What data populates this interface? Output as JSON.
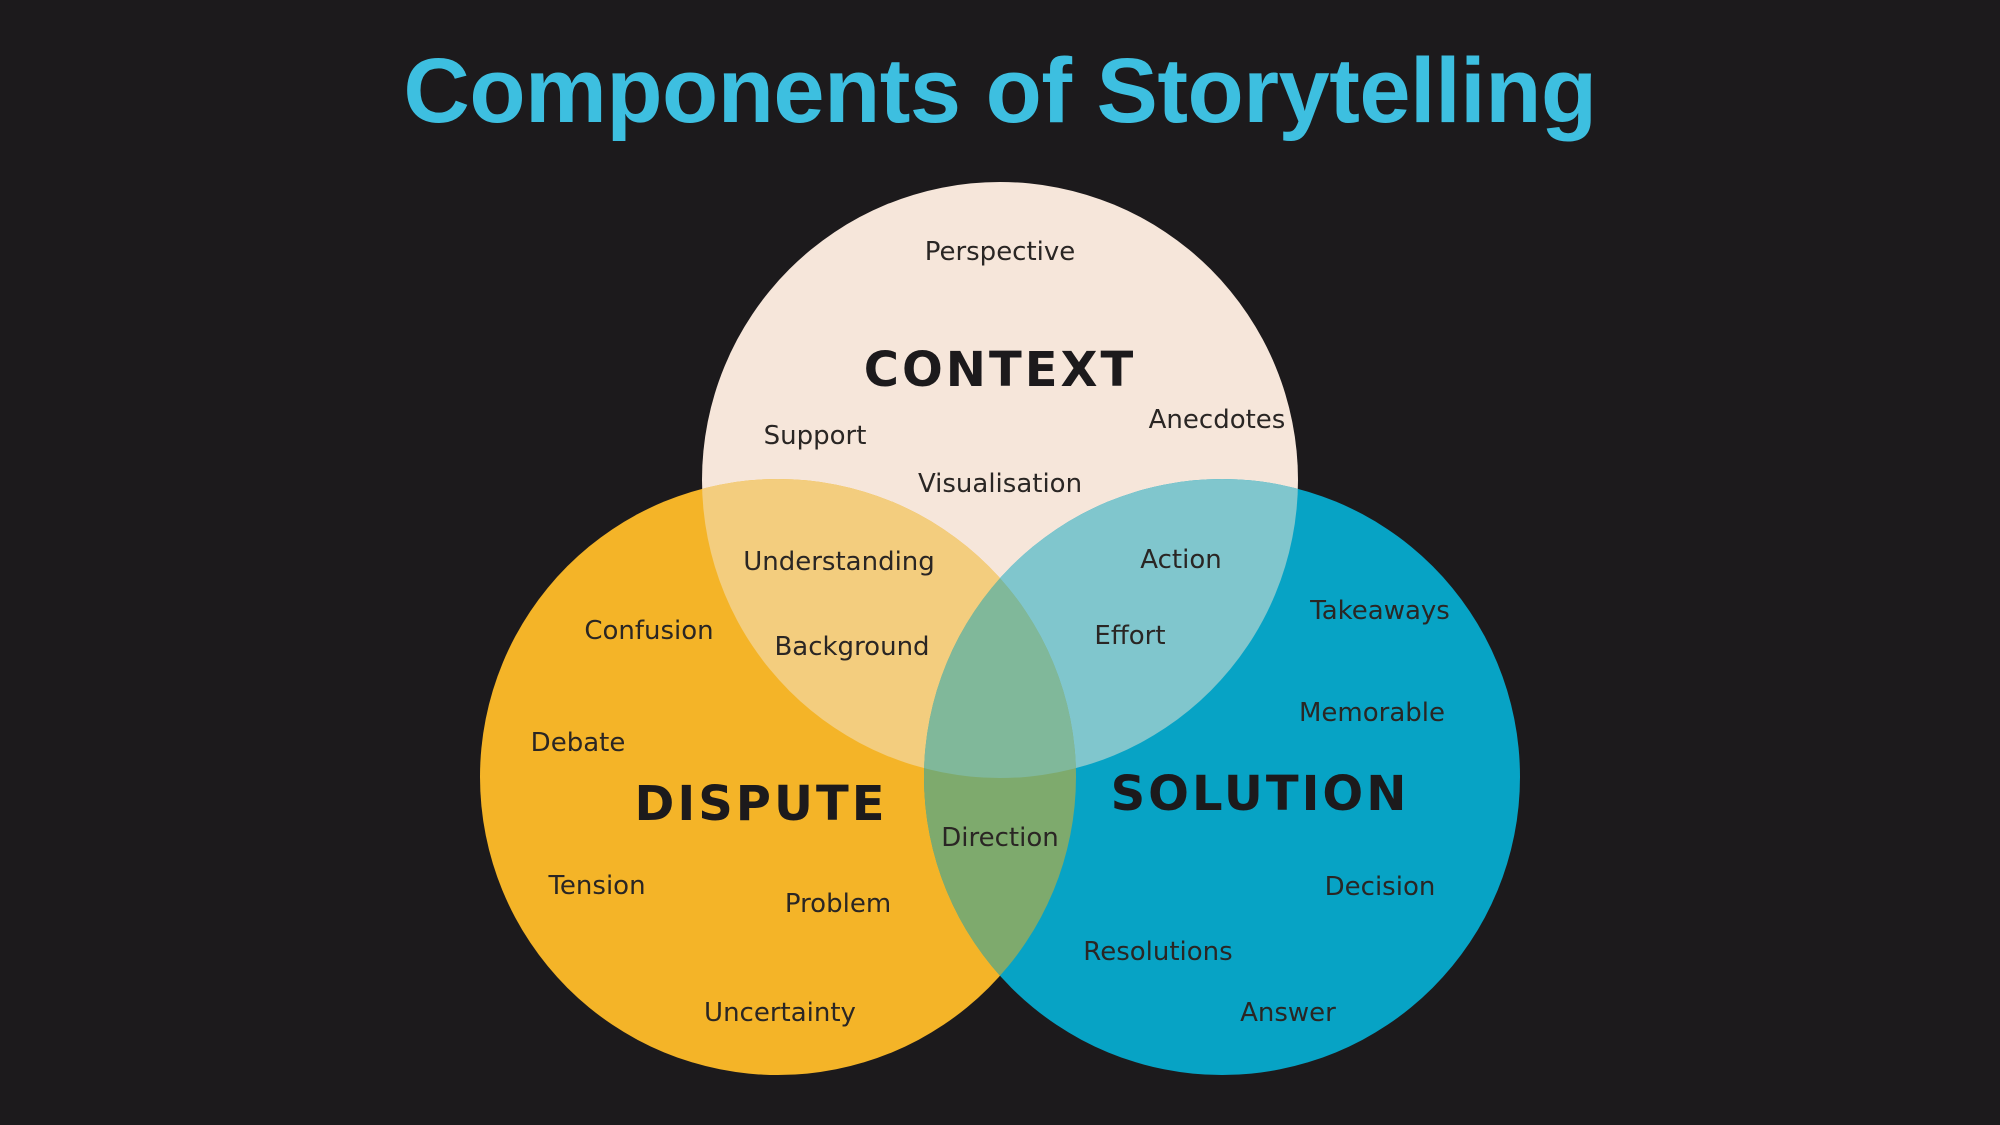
{
  "title": "Components of Storytelling",
  "colors": {
    "background": "#1c1a1c",
    "title": "#3dbfe0",
    "context": "#f6e6da",
    "dispute": "#f4b428",
    "solution": "#07a3c5",
    "context_dispute_overlap": "#f3cd7e",
    "context_solution_overlap": "#80c6cd",
    "center_overlap": "#80b89a",
    "dispute_solution_overlap": "#7eaa6d"
  },
  "circles": {
    "context": {
      "heading": "CONTEXT",
      "terms": [
        "Perspective",
        "Support",
        "Visualisation",
        "Anecdotes"
      ]
    },
    "dispute": {
      "heading": "DISPUTE",
      "terms": [
        "Confusion",
        "Debate",
        "Tension",
        "Problem",
        "Uncertainty"
      ]
    },
    "solution": {
      "heading": "SOLUTION",
      "terms": [
        "Takeaways",
        "Memorable",
        "Decision",
        "Resolutions",
        "Answer"
      ]
    }
  },
  "overlaps": {
    "context_dispute": [
      "Understanding",
      "Background"
    ],
    "context_solution": [
      "Action",
      "Effort"
    ],
    "dispute_solution": [
      "Direction"
    ]
  }
}
